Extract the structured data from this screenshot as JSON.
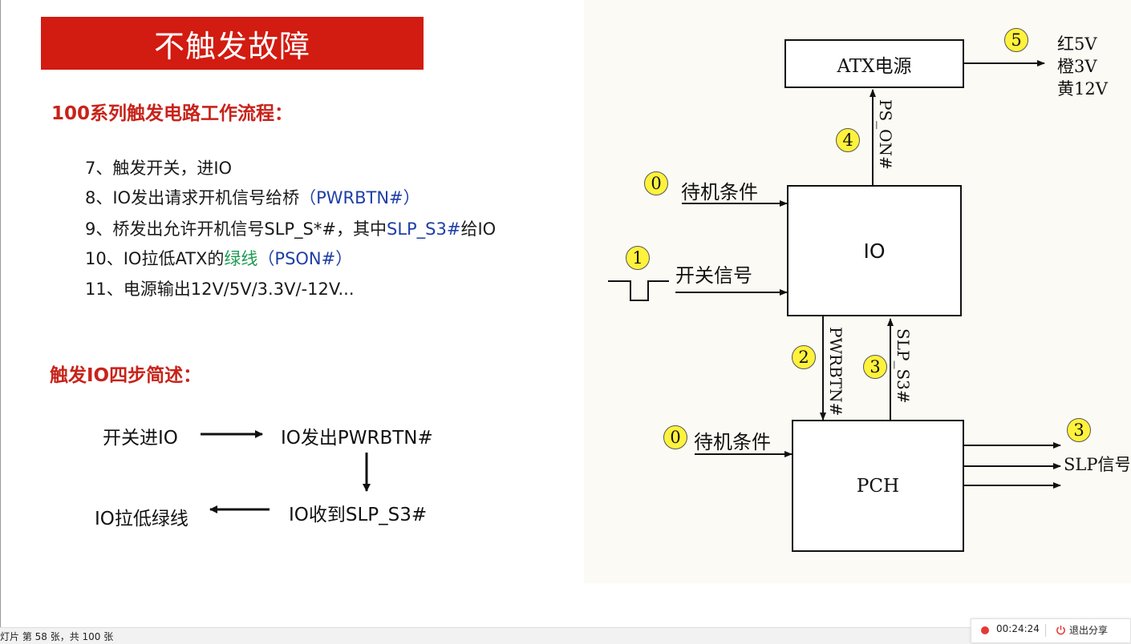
{
  "slide": {
    "title": "不触发故障",
    "section1_heading": "100系列触发电路工作流程：",
    "steps": [
      {
        "text": "7、触发开关，进IO"
      },
      {
        "pre": "8、IO发出请求开机信号给桥",
        "blue": "（PWRBTN#）"
      },
      {
        "pre": "9、桥发出允许开机信号SLP_S*#，其中",
        "blue": "SLP_S3#",
        "post": "给IO"
      },
      {
        "pre": "10、IO拉低ATX的",
        "green": "绿线",
        "blue": "（PSON#）"
      },
      {
        "text": "11、电源输出12V/5V/3.3V/-12V..."
      }
    ],
    "section2_heading": "触发IO四步简述：",
    "flow": {
      "step1": "开关进IO",
      "step2": "IO发出PWRBTN#",
      "step3": "IO收到SLP_S3#",
      "step4": "IO拉低绿线"
    }
  },
  "diagram": {
    "atx_label": "ATX电源",
    "io_label": "IO",
    "pch_label": "PCH",
    "ps_on_label": "PS_ON#",
    "pwrbtn_label": "PWRBTN#",
    "slp_s3_label": "SLP_S3#",
    "standby_label": "待机条件",
    "switch_label": "开关信号",
    "slp_signal_label": "SLP信号",
    "outputs": [
      "红5V",
      "橙3V",
      "黄12V"
    ],
    "markers": {
      "standby_io": "0",
      "switch": "1",
      "pwrbtn": "2",
      "slp_s3": "3",
      "ps_on": "4",
      "atx_out": "5",
      "standby_pch": "0",
      "slp_out": "3"
    }
  },
  "status_bar": {
    "slide_info": "灯片 第 58 张，共 100 张"
  },
  "share_panel": {
    "timer": "00:24:24",
    "exit_label": "退出分享"
  },
  "colors": {
    "title_bg": "#d21b11",
    "heading_red": "#c8231a",
    "blue": "#1f3fa6",
    "green": "#1e9a52",
    "marker_yellow": "#fff23c"
  }
}
